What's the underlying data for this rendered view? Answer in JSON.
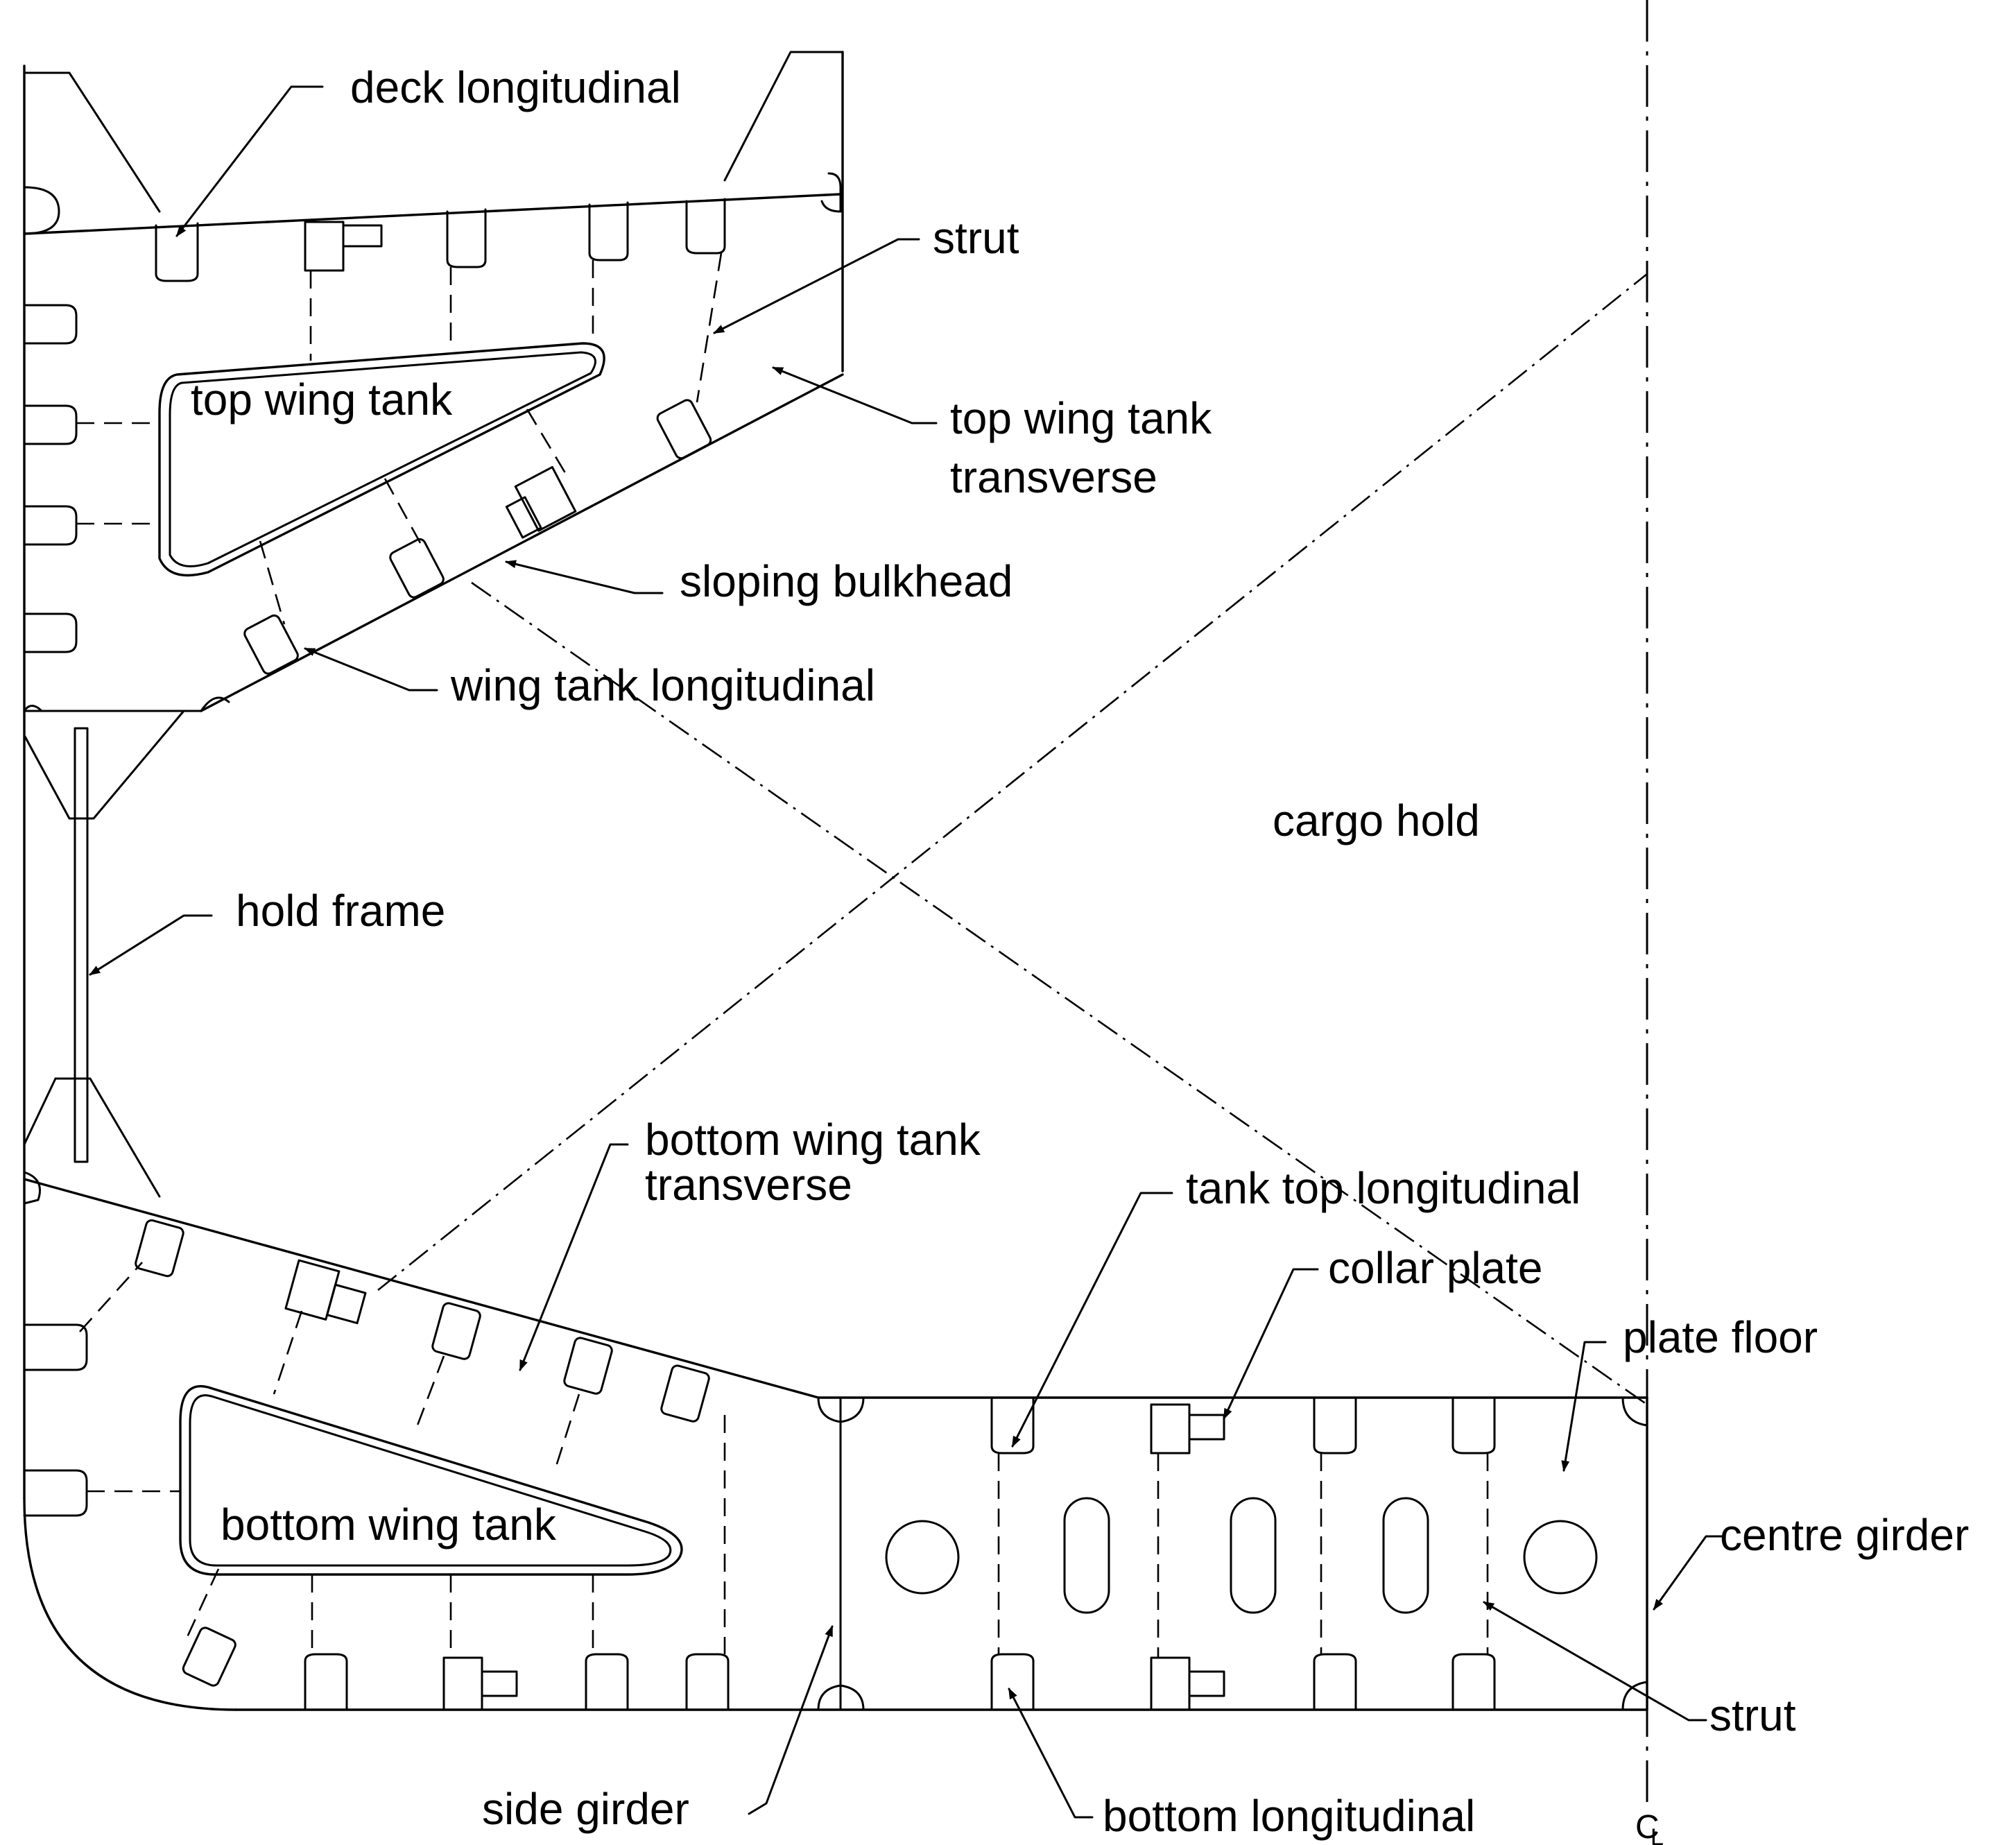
{
  "labels": {
    "deck_longitudinal": "deck longitudinal",
    "strut_top": "strut",
    "top_wing_tank": "top wing tank",
    "top_wing_tank_transverse_1": "top wing tank",
    "top_wing_tank_transverse_2": "transverse",
    "sloping_bulkhead": "sloping bulkhead",
    "wing_tank_longitudinal": "wing tank longitudinal",
    "cargo_hold": "cargo hold",
    "hold_frame": "hold frame",
    "bottom_wing_tank_transverse_1": "bottom wing tank",
    "bottom_wing_tank_transverse_2": "transverse",
    "tank_top_longitudinal": "tank top longitudinal",
    "collar_plate": "collar plate",
    "plate_floor": "plate floor",
    "bottom_wing_tank": "bottom wing tank",
    "centre_girder": "centre girder",
    "strut_bottom": "strut",
    "side_girder": "side girder",
    "bottom_longitudinal": "bottom  longitudinal",
    "centreline_mark": "C",
    "centreline_sub": "L"
  }
}
